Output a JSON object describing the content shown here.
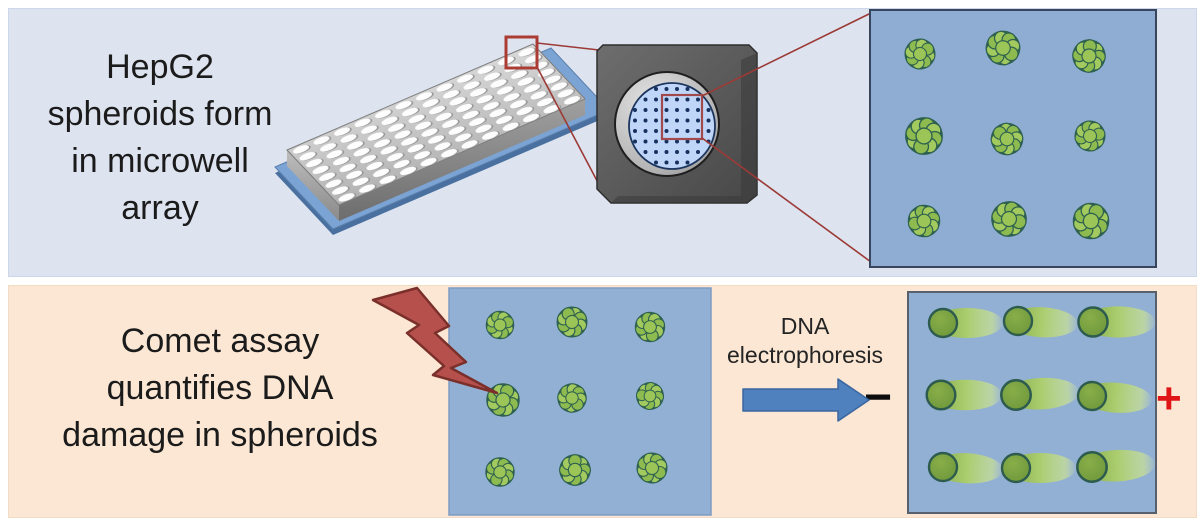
{
  "panels": {
    "formation": {
      "caption": "HepG2\nspheroids form\nin microwell\narray"
    },
    "comet": {
      "caption": "Comet assay\nquantifies DNA\ndamage in spheroids",
      "process_label": "DNA\nelectrophoresis",
      "cathode_symbol": "−",
      "anode_symbol": "+"
    }
  },
  "icons": {
    "well_plate": "96-well-plate-icon",
    "zoom_box": "red-zoom-box",
    "microwell_insert": "microwell-insert-icon",
    "spheroid": "spheroid-cluster-icon",
    "lightning": "lightning-bolt-icon",
    "arrow": "electrophoresis-arrow-icon",
    "comet_tail": "comet-with-tail-icon"
  },
  "colors": {
    "top_panel_bg": "#dde4f0",
    "bottom_panel_bg": "#fbe7d3",
    "gel_blue": "#92b0d3",
    "spheroid_green": "#9cc558",
    "spheroid_outline": "#2f6150",
    "bolt_red": "#b5504c",
    "arrow_blue": "#4e81bd",
    "anode_red": "#e01515",
    "connector_red": "#9c3a36",
    "microwell_dot_blue": "#17315f",
    "plate_base_blue": "#7ba3d4"
  }
}
